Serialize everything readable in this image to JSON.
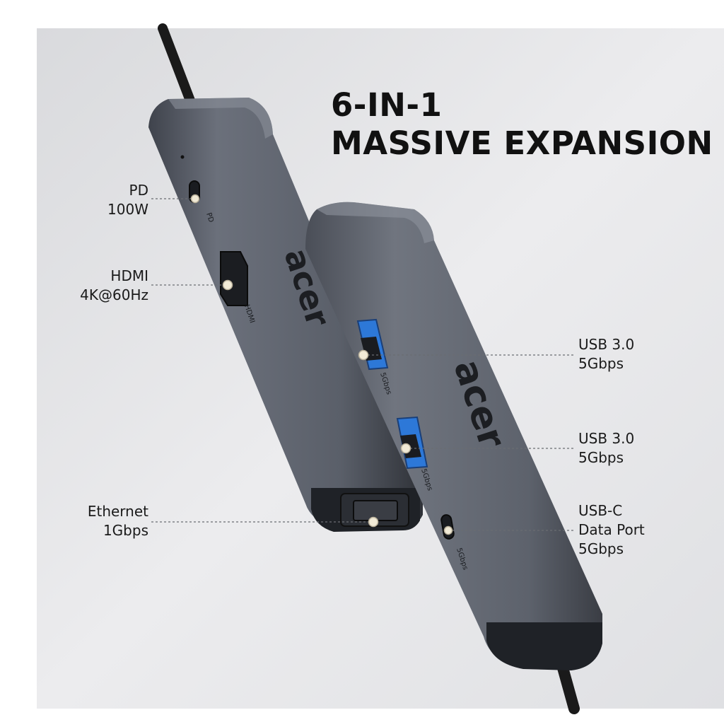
{
  "headline": {
    "line1": "6-IN-1",
    "line2": "MASSIVE EXPANSION"
  },
  "brand": "acer",
  "colors": {
    "background": "#e7e8ea",
    "hub_body": "#5f6470",
    "hub_dark": "#23262c",
    "usb_blue": "#2d78d8",
    "callout_dot": "#f1ead6",
    "text": "#1a1a1a"
  },
  "callouts": {
    "pd": {
      "line1": "PD",
      "line2": "100W"
    },
    "hdmi": {
      "line1": "HDMI",
      "line2": "4K@60Hz"
    },
    "ethernet": {
      "line1": "Ethernet",
      "line2": "1Gbps"
    },
    "usb_a_1": {
      "line1": "USB 3.0",
      "line2": "5Gbps"
    },
    "usb_a_2": {
      "line1": "USB 3.0",
      "line2": "5Gbps"
    },
    "usb_c": {
      "line1": "USB-C",
      "line2": "Data Port",
      "line3": "5Gbps"
    }
  },
  "port_markings": {
    "pd": "PD",
    "hdmi": "HDMI",
    "usb_a_1": "5Gbps",
    "usb_a_2": "5Gbps",
    "usb_c": "5Gbps"
  }
}
